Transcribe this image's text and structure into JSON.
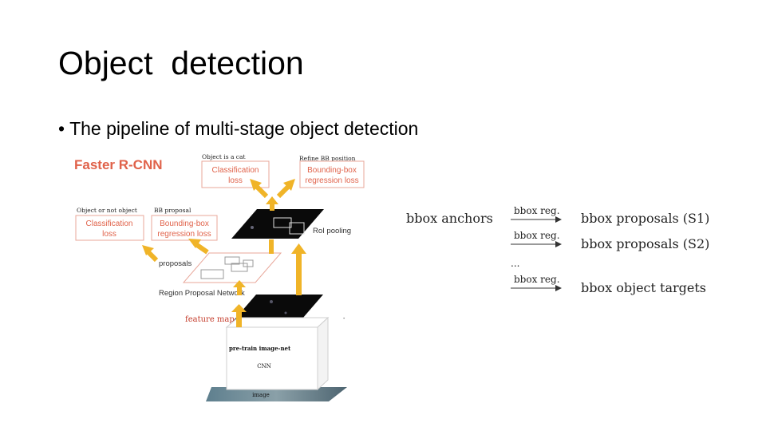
{
  "slide": {
    "title": "Object  detection",
    "bullet": "The pipeline of multi-stage object detection"
  },
  "figure": {
    "heading": "Faster R-CNN",
    "top_left_caption": "Object is a cat",
    "top_right_caption": "Refine BB position",
    "cls_loss_top": [
      "Classification",
      "loss"
    ],
    "bbox_loss_top": [
      "Bounding-box",
      "regression loss"
    ],
    "rpn_left_caption": "Object or not object",
    "rpn_right_caption": "BB proposal",
    "cls_loss_rpn": [
      "Classification",
      "loss"
    ],
    "bbox_loss_rpn": [
      "Bounding-box",
      "regression loss"
    ],
    "roi_pooling": "RoI pooling",
    "proposals": "proposals",
    "rpn": "Region Proposal Network",
    "feature_map": "feature map",
    "pretrain": "pre-train  image-net",
    "cnn": "CNN",
    "image": "image"
  },
  "cascade": {
    "source": "bbox anchors",
    "reg_label": "bbox reg.",
    "stages": [
      "bbox proposals (S1)",
      "bbox proposals (S2)",
      "bbox object targets"
    ],
    "ellipsis": "..."
  },
  "colors": {
    "accent_red": "#e0624a",
    "arrow_yellow": "#f0b428",
    "dark_map": "#0a0a0a"
  }
}
